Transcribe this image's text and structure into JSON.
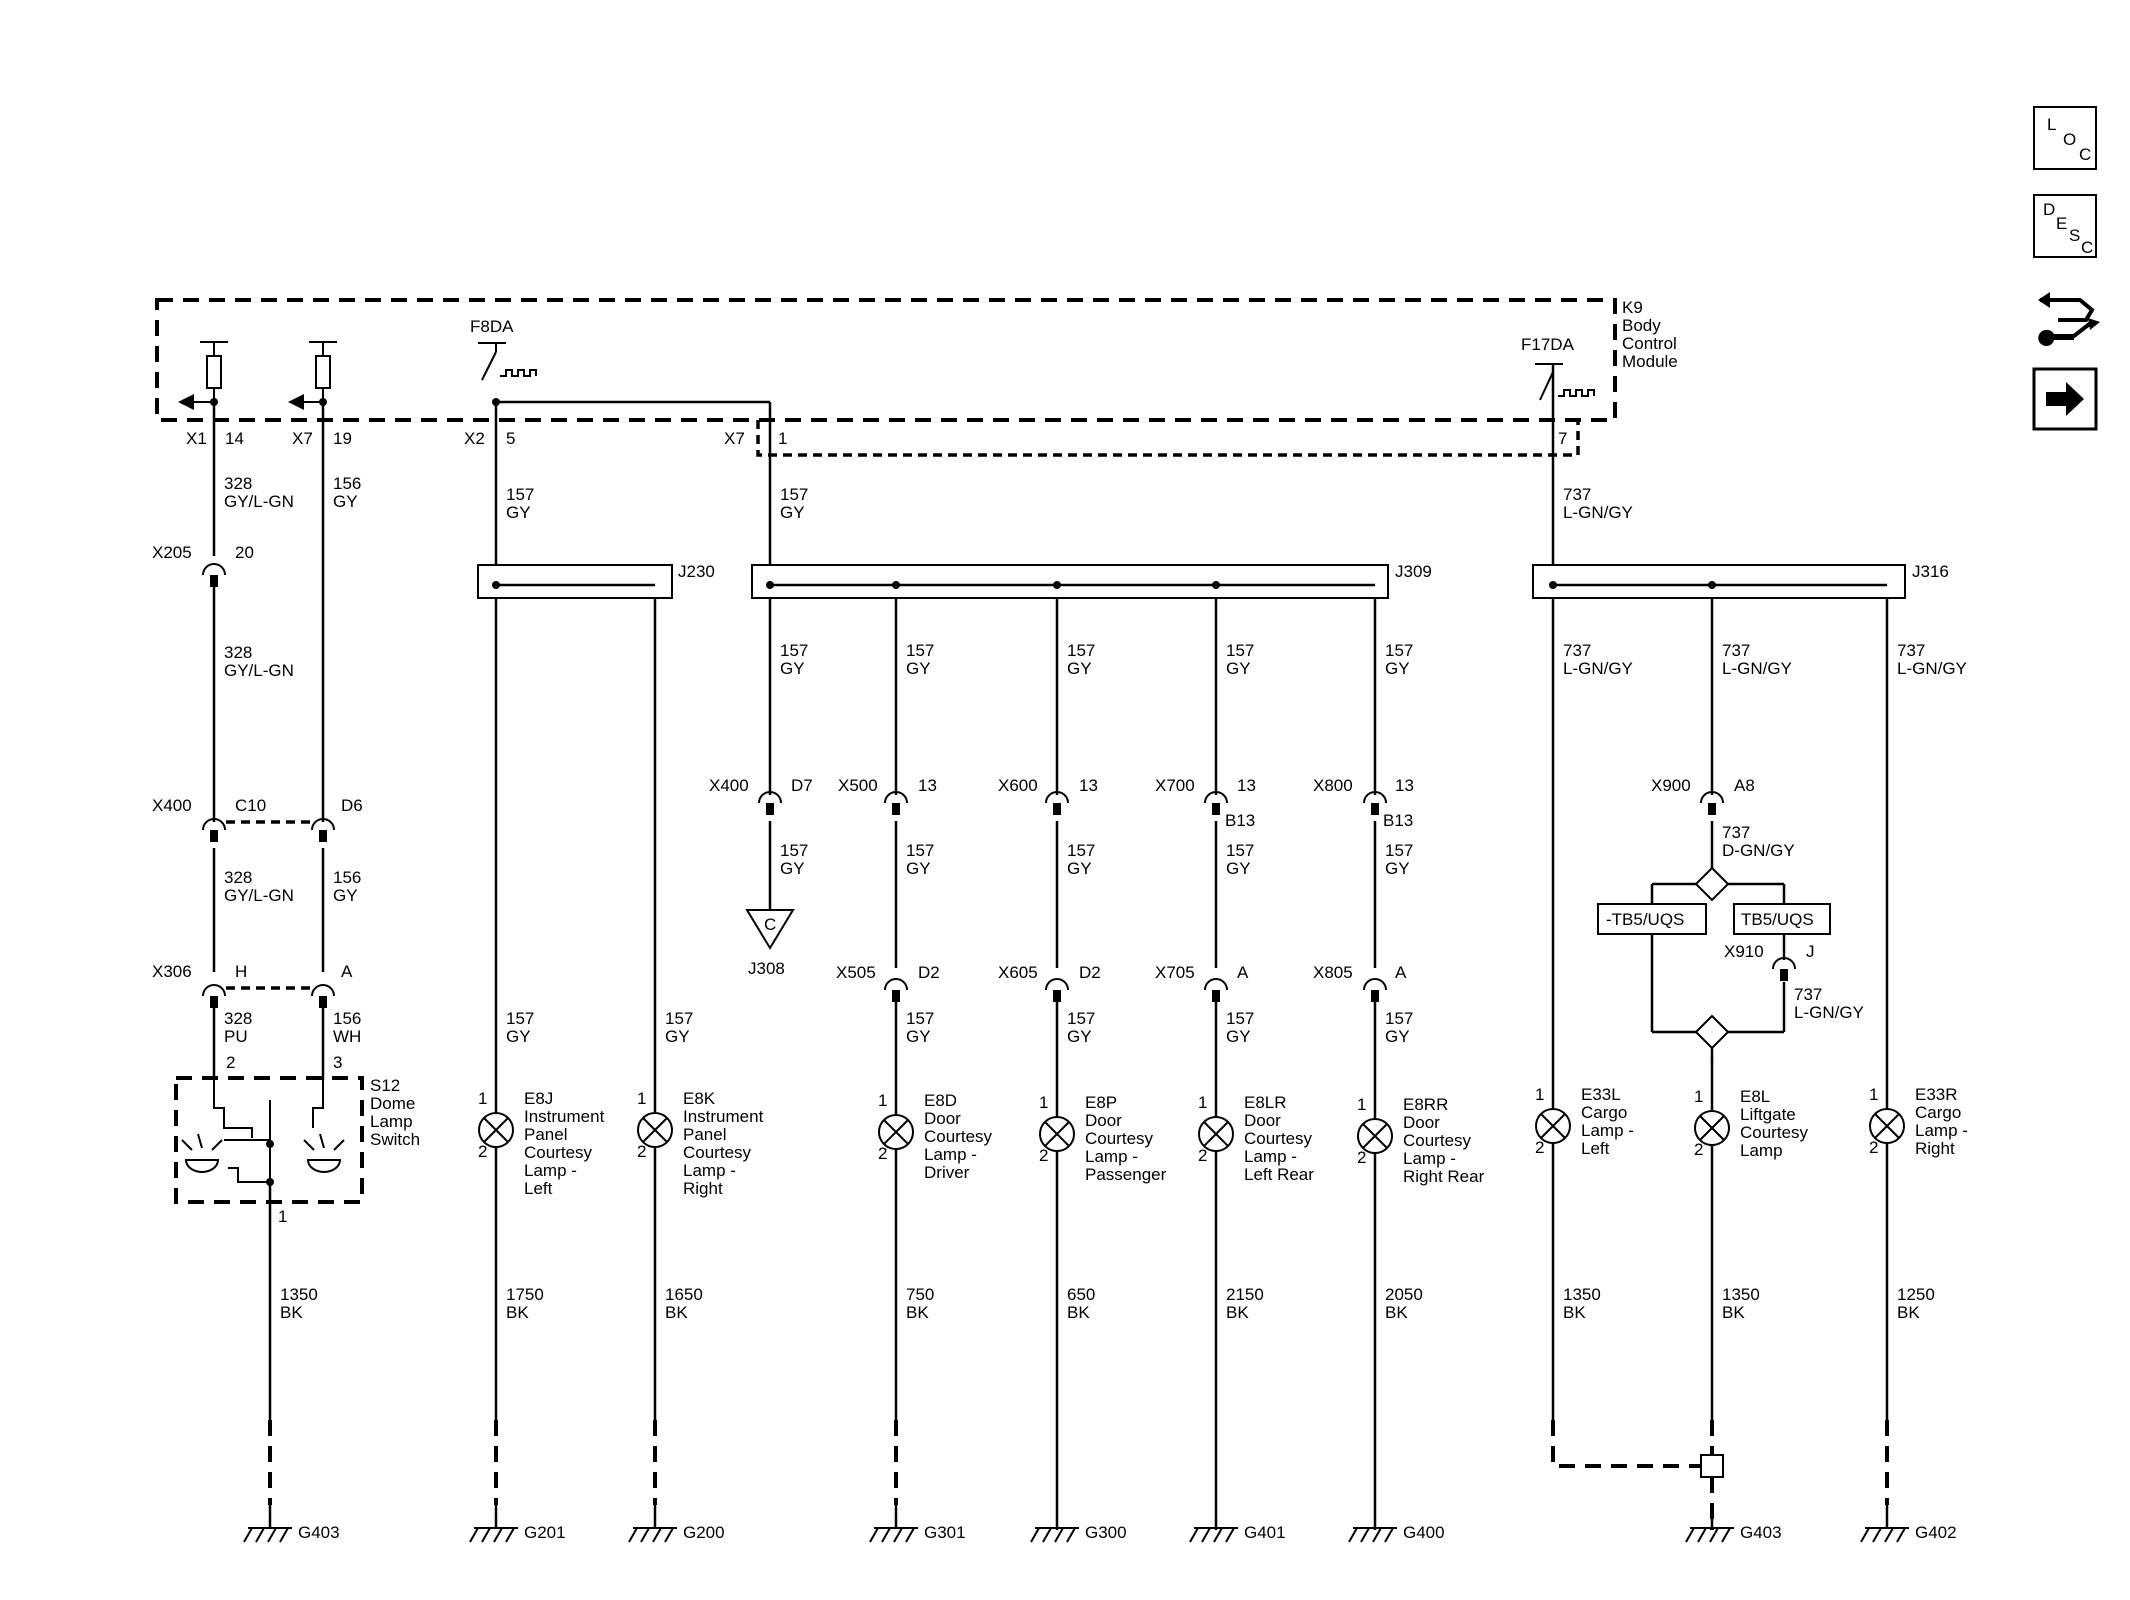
{
  "module": {
    "name": "K9",
    "lines": [
      "Body",
      "Control",
      "Module"
    ]
  },
  "pins": {
    "x1": {
      "conn": "X1",
      "pin": "14"
    },
    "x7a": {
      "conn": "X7",
      "pin": "19"
    },
    "x2": {
      "conn": "X2",
      "pin": "5"
    },
    "x7b": {
      "conn": "X7",
      "pin": "1"
    },
    "x7c": {
      "pin": "7"
    }
  },
  "drivers": {
    "f8da": "F8DA",
    "f17da": "F17DA"
  },
  "splices": {
    "j230": "J230",
    "j309": "J309",
    "j316": "J316",
    "j308": "J308",
    "j308_letter": "C"
  },
  "wires": {
    "w328a": [
      "328",
      "GY/L-GN"
    ],
    "w156a": [
      "156",
      "GY"
    ],
    "w157a": [
      "157",
      "GY"
    ],
    "w157b": [
      "157",
      "GY"
    ],
    "w737a": [
      "737",
      "L-GN/GY"
    ],
    "w328b": [
      "328",
      "GY/L-GN"
    ],
    "w328c": [
      "328",
      "GY/L-GN"
    ],
    "w156c": [
      "156",
      "GY"
    ],
    "w328d": [
      "328",
      "PU"
    ],
    "w156d": [
      "156",
      "WH"
    ],
    "j309_1": [
      "157",
      "GY"
    ],
    "j309_2": [
      "157",
      "GY"
    ],
    "j309_3": [
      "157",
      "GY"
    ],
    "j309_4": [
      "157",
      "GY"
    ],
    "j309_5": [
      "157",
      "GY"
    ],
    "x400_below": [
      "157",
      "GY"
    ],
    "x500_below": [
      "157",
      "GY"
    ],
    "x600_below": [
      "157",
      "GY"
    ],
    "x700_below": [
      "157",
      "GY"
    ],
    "x800_below": [
      "157",
      "GY"
    ],
    "x505_below": [
      "157",
      "GY"
    ],
    "x605_below": [
      "157",
      "GY"
    ],
    "x705_below": [
      "157",
      "GY"
    ],
    "x805_below": [
      "157",
      "GY"
    ],
    "j230_1": [
      "157",
      "GY"
    ],
    "j230_2": [
      "157",
      "GY"
    ],
    "j316_1": [
      "737",
      "L-GN/GY"
    ],
    "j316_2": [
      "737",
      "L-GN/GY"
    ],
    "j316_3": [
      "737",
      "L-GN/GY"
    ],
    "x900_below": [
      "737",
      "D-GN/GY"
    ],
    "x910_below": [
      "737",
      "L-GN/GY"
    ],
    "g1": [
      "1350",
      "BK"
    ],
    "g2": [
      "1750",
      "BK"
    ],
    "g3": [
      "1650",
      "BK"
    ],
    "g4": [
      "750",
      "BK"
    ],
    "g5": [
      "650",
      "BK"
    ],
    "g6": [
      "2150",
      "BK"
    ],
    "g7": [
      "2050",
      "BK"
    ],
    "g8": [
      "1350",
      "BK"
    ],
    "g9": [
      "1350",
      "BK"
    ],
    "g10": [
      "1250",
      "BK"
    ]
  },
  "connectors": {
    "x205": {
      "name": "X205",
      "pin": "20"
    },
    "x400a": {
      "name": "X400",
      "pin": "C10",
      "pin2": "D6"
    },
    "x306": {
      "name": "X306",
      "pin": "H",
      "pin2": "A"
    },
    "x400b": {
      "name": "X400",
      "pin": "D7"
    },
    "x500": {
      "name": "X500",
      "pin": "13"
    },
    "x600": {
      "name": "X600",
      "pin": "13"
    },
    "x700": {
      "name": "X700",
      "pin": "13",
      "pin2": "B13"
    },
    "x800": {
      "name": "X800",
      "pin": "13",
      "pin2": "B13"
    },
    "x505": {
      "name": "X505",
      "pin": "D2"
    },
    "x605": {
      "name": "X605",
      "pin": "D2"
    },
    "x705": {
      "name": "X705",
      "pin": "A"
    },
    "x805": {
      "name": "X805",
      "pin": "A"
    },
    "x900": {
      "name": "X900",
      "pin": "A8"
    },
    "x910": {
      "name": "X910",
      "pin": "J"
    }
  },
  "switch": {
    "id": "S12",
    "lines": [
      "Dome",
      "Lamp",
      "Switch"
    ],
    "pin2": "2",
    "pin3": "3",
    "pin1": "1"
  },
  "options": {
    "left": "-TB5/UQS",
    "right": "TB5/UQS"
  },
  "lamps": [
    {
      "id": "E8J",
      "lines": [
        "Instrument",
        "Panel",
        "Courtesy",
        "Lamp -",
        "Left"
      ]
    },
    {
      "id": "E8K",
      "lines": [
        "Instrument",
        "Panel",
        "Courtesy",
        "Lamp -",
        "Right"
      ]
    },
    {
      "id": "E8D",
      "lines": [
        "Door",
        "Courtesy",
        "Lamp -",
        "Driver"
      ]
    },
    {
      "id": "E8P",
      "lines": [
        "Door",
        "Courtesy",
        "Lamp -",
        "Passenger"
      ]
    },
    {
      "id": "E8LR",
      "lines": [
        "Door",
        "Courtesy",
        "Lamp -",
        "Left Rear"
      ]
    },
    {
      "id": "E8RR",
      "lines": [
        "Door",
        "Courtesy",
        "Lamp -",
        "Right Rear"
      ]
    },
    {
      "id": "E33L",
      "lines": [
        "Cargo",
        "Lamp -",
        "Left"
      ]
    },
    {
      "id": "E8L",
      "lines": [
        "Liftgate",
        "Courtesy",
        "Lamp"
      ]
    },
    {
      "id": "E33R",
      "lines": [
        "Cargo",
        "Lamp -",
        "Right"
      ]
    }
  ],
  "lamp_pins": {
    "top": "1",
    "bottom": "2"
  },
  "grounds": [
    "G403",
    "G201",
    "G200",
    "G301",
    "G300",
    "G401",
    "G400",
    "G403",
    "G402"
  ],
  "side_icons": {
    "loc": [
      "L",
      "O",
      "C"
    ],
    "desc": [
      "D",
      "E",
      "S",
      "C"
    ],
    "nav_icon": "diagnostic-tool-icon",
    "next_icon": "next-arrow-icon"
  }
}
